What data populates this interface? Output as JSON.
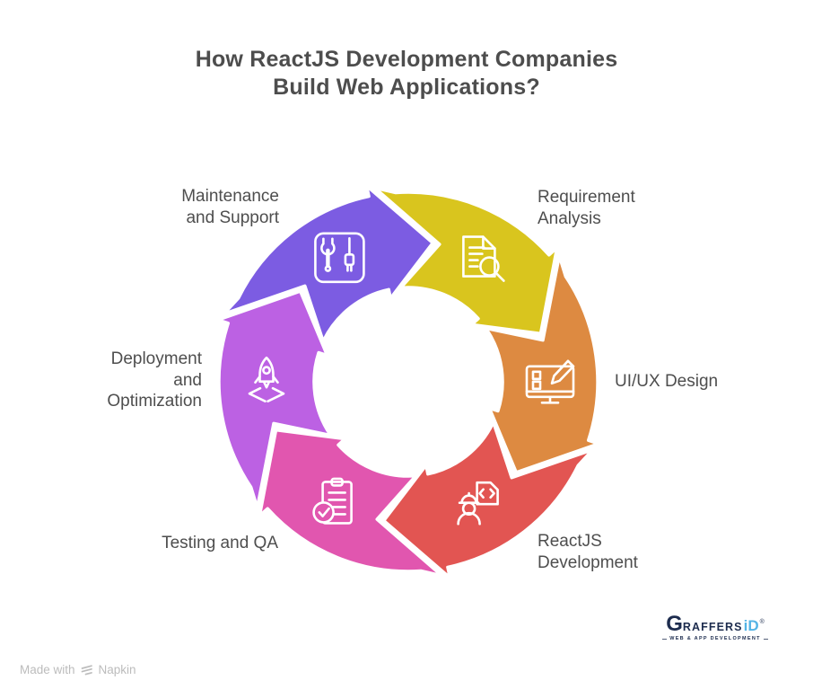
{
  "title": "How ReactJS Development Companies\nBuild Web Applications?",
  "cycle": {
    "direction": "clockwise",
    "segments": [
      {
        "id": "maintenance-support",
        "label": "Maintenance\nand Support",
        "color": "#7c5ce2",
        "icon": "tools-icon"
      },
      {
        "id": "requirement-analysis",
        "label": "Requirement\nAnalysis",
        "color": "#d9c51e",
        "icon": "document-search-icon"
      },
      {
        "id": "uiux-design",
        "label": "UI/UX Design",
        "color": "#dd8a41",
        "icon": "monitor-pencil-icon"
      },
      {
        "id": "reactjs-development",
        "label": "ReactJS\nDevelopment",
        "color": "#e25552",
        "icon": "developer-icon"
      },
      {
        "id": "testing-qa",
        "label": "Testing and QA",
        "color": "#e156af",
        "icon": "checklist-icon"
      },
      {
        "id": "deployment-optimization",
        "label": "Deployment\nand\nOptimization",
        "color": "#bc61e3",
        "icon": "rocket-launch-icon"
      }
    ]
  },
  "footer": {
    "made_with": "Made with",
    "brand": "Napkin"
  },
  "logo": {
    "initial": "G",
    "rest": "RAFFERS",
    "accent": "iD",
    "registered": "®",
    "tagline": "WEB & APP DEVELOPMENT",
    "navy": "#1d2c4e",
    "accent_color": "#55b4e5"
  },
  "text_color": "#4e4e4e"
}
